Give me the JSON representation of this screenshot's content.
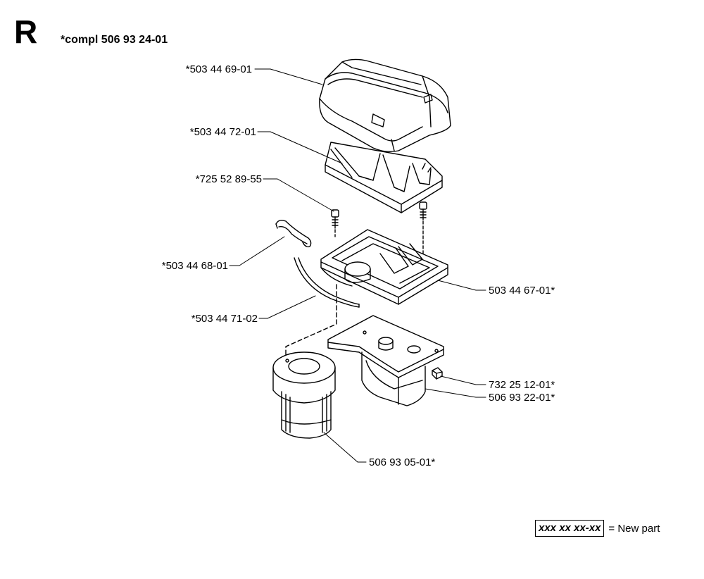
{
  "header": {
    "section_letter": "R",
    "assembly_title": "*compl 506 93 24-01"
  },
  "parts": {
    "cover": "*503 44 69-01",
    "filter_holder": "*503 44 72-01",
    "screw": "*725 52 89-55",
    "clip": "*503 44 68-01",
    "filter_base": "503 44 67-01*",
    "seal_strip": "*503 44 71-02",
    "nut": "732 25 12-01*",
    "bracket": "506 93 22-01*",
    "prefilter": "506 93 05-01*"
  },
  "legend": {
    "sample": "xxx xx xx-xx",
    "text": "= New part"
  }
}
